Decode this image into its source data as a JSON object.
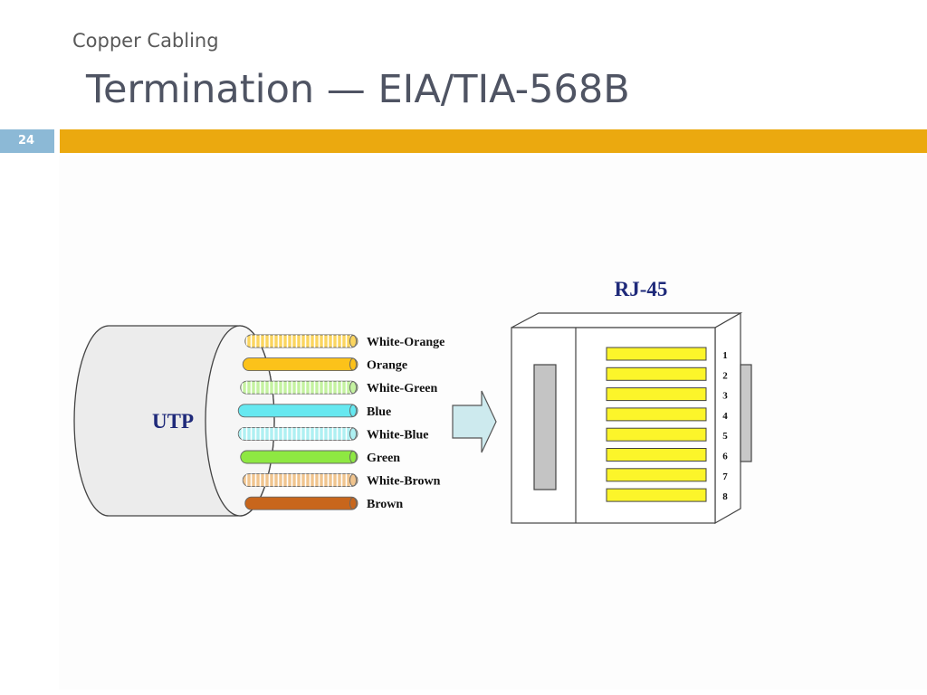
{
  "slide": {
    "subtitle": "Copper Cabling",
    "title": "Termination — EIA/TIA-568B",
    "number": "24"
  },
  "diagram": {
    "cable_label": "UTP",
    "connector_label": "RJ-45",
    "wires": [
      {
        "label": "White-Orange",
        "color": "#fbd55f",
        "striped": true
      },
      {
        "label": "Orange",
        "color": "#fcc21a",
        "striped": false
      },
      {
        "label": "White-Green",
        "color": "#c4f2a0",
        "striped": true
      },
      {
        "label": "Blue",
        "color": "#66e8f0",
        "striped": false
      },
      {
        "label": "White-Blue",
        "color": "#aef0f2",
        "striped": true
      },
      {
        "label": "Green",
        "color": "#8ee842",
        "striped": false
      },
      {
        "label": "White-Brown",
        "color": "#f0c48e",
        "striped": true
      },
      {
        "label": "Brown",
        "color": "#c8661c",
        "striped": false
      }
    ],
    "pins": [
      "1",
      "2",
      "3",
      "4",
      "5",
      "6",
      "7",
      "8"
    ],
    "colors": {
      "pin": "#fcf52a",
      "arrow": "#cdeaee",
      "cable_body": "#ececec",
      "label_blue": "#1f2a7a"
    }
  }
}
